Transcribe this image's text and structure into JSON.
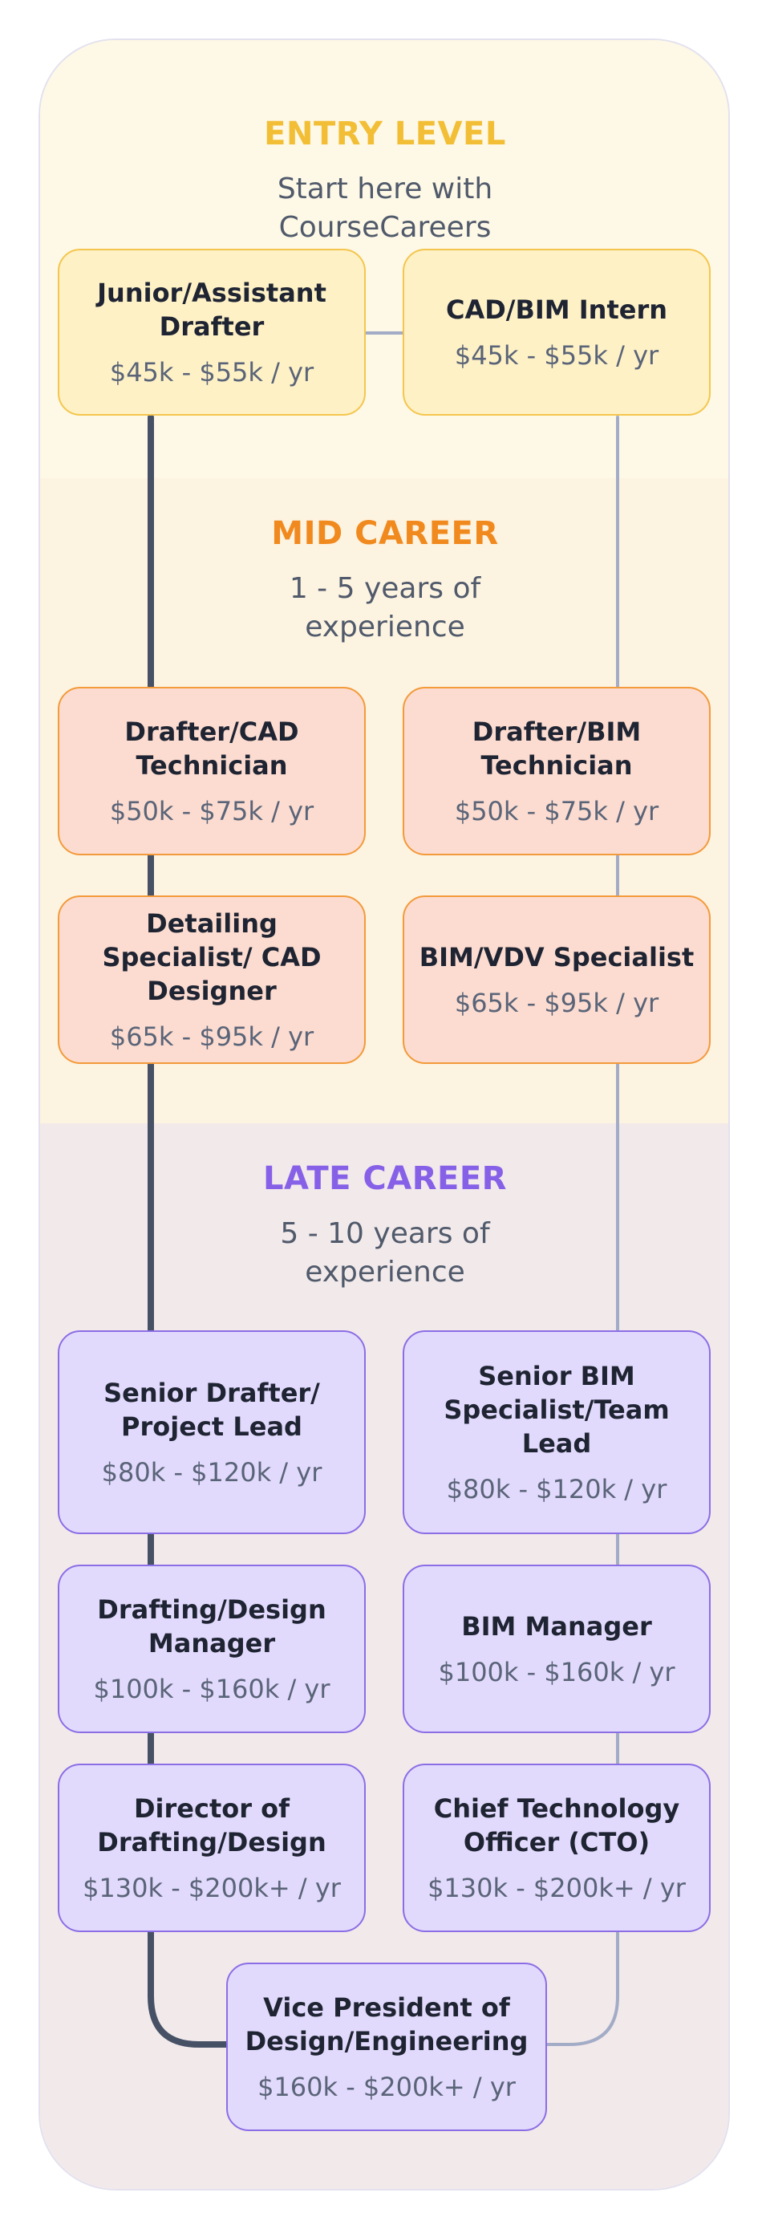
{
  "sections": {
    "entry": {
      "title": "ENTRY LEVEL",
      "subtitle": "Start here with CourseCareers",
      "color": "#f2be35"
    },
    "mid": {
      "title": "MID CAREER",
      "subtitle": "1 - 5 years of experience",
      "color": "#f18a1e"
    },
    "late": {
      "title": "LATE CAREER",
      "subtitle": "5 - 10 years of experience",
      "color": "#8661e8"
    }
  },
  "roles": {
    "junior_drafter": {
      "title": "Junior/Assistant Drafter",
      "salary": "$45k - $55k / yr"
    },
    "cad_bim_intern": {
      "title": "CAD/BIM Intern",
      "salary": "$45k - $55k / yr"
    },
    "drafter_cad_tech": {
      "title": "Drafter/CAD Technician",
      "salary": "$50k - $75k / yr"
    },
    "drafter_bim_tech": {
      "title": "Drafter/BIM Technician",
      "salary": "$50k - $75k / yr"
    },
    "detailing_specialist": {
      "title": "Detailing Specialist/ CAD Designer",
      "salary": "$65k - $95k / yr"
    },
    "bim_vdv_specialist": {
      "title": "BIM/VDV Specialist",
      "salary": "$65k - $95k / yr"
    },
    "senior_drafter": {
      "title": "Senior Drafter/ Project Lead",
      "salary": "$80k - $120k / yr"
    },
    "senior_bim_specialist": {
      "title": "Senior BIM Specialist/Team Lead",
      "salary": "$80k - $120k / yr"
    },
    "drafting_design_manager": {
      "title": "Drafting/Design Manager",
      "salary": "$100k - $160k / yr"
    },
    "bim_manager": {
      "title": "BIM Manager",
      "salary": "$100k - $160k / yr"
    },
    "director_drafting_design": {
      "title": "Director of Drafting/Design",
      "salary": "$130k - $200k+ / yr"
    },
    "cto": {
      "title": "Chief Technology Officer (CTO)",
      "salary": "$130k - $200k+ / yr"
    },
    "vp_design_engineering": {
      "title": "Vice President of Design/Engineering",
      "salary": "$160k - $200k+ / yr"
    }
  },
  "connector_colors": {
    "left_track": "#465166",
    "right_track": "#a3acc7"
  }
}
